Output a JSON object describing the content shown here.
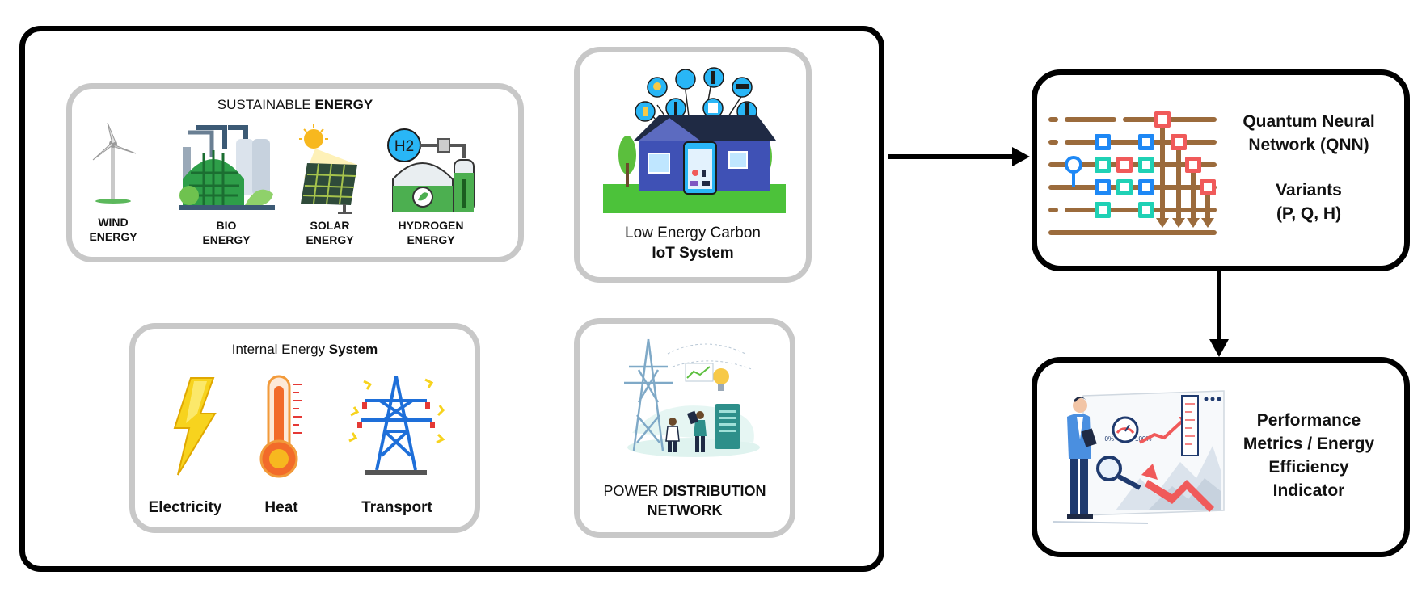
{
  "sustainable": {
    "title_prefix": "SUSTAINABLE ",
    "title_bold": "ENERGY",
    "items": [
      {
        "line1": "WIND",
        "line2": "ENERGY",
        "icon": "wind-turbine-icon"
      },
      {
        "line1": "BIO",
        "line2": "ENERGY",
        "icon": "bio-plant-icon"
      },
      {
        "line1": "SOLAR",
        "line2": "ENERGY",
        "icon": "solar-panel-icon"
      },
      {
        "line1": "HYDROGEN",
        "line2": "ENERGY",
        "icon": "hydrogen-tank-icon"
      }
    ],
    "h2_label": "H2"
  },
  "iot": {
    "line1": "Low Energy Carbon",
    "line2": "IoT System",
    "icon": "smart-home-icon"
  },
  "internal": {
    "title_prefix": "Internal Energy ",
    "title_bold": "System",
    "items": [
      {
        "label": "Electricity",
        "icon": "lightning-bolt-icon"
      },
      {
        "label": "Heat",
        "icon": "thermometer-icon"
      },
      {
        "label": "Transport",
        "icon": "power-tower-icon"
      }
    ]
  },
  "power": {
    "line1_prefix": "POWER ",
    "line1_bold": "DISTRIBUTION",
    "line2": "NETWORK",
    "icon": "power-network-illustration-icon"
  },
  "qnn": {
    "line1": "Quantum Neural",
    "line2": "Network (QNN)",
    "line3": "Variants",
    "line4": "(P, Q, H)",
    "icon": "quantum-circuit-icon"
  },
  "performance": {
    "line1": "Performance",
    "line2": "Metrics / Energy",
    "line3": "Efficiency",
    "line4": "Indicator",
    "gauge_min": "0%",
    "gauge_max": "100%",
    "icon": "analytics-illustration-icon"
  },
  "colors": {
    "frame": "#000000",
    "panel_border": "#c8c8c8",
    "qnn_wire": "#9b6b3c",
    "qnn_blue": "#1e88f5",
    "qnn_teal": "#1fd1b5",
    "qnn_red": "#f05a5a"
  }
}
